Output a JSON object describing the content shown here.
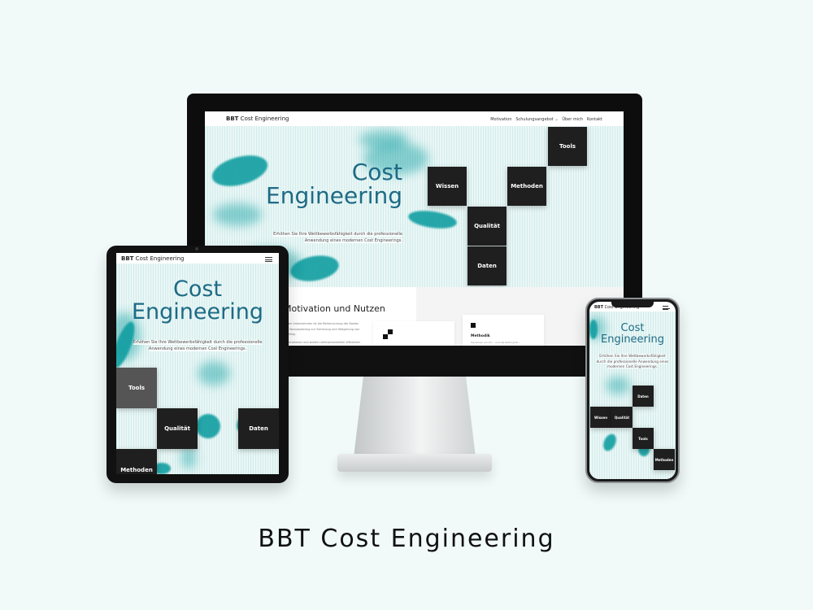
{
  "brand": {
    "bold": "BBT",
    "light": " Cost Engineering"
  },
  "nav": {
    "items": [
      "Motivation",
      "Schulungsangebot",
      "Über mich",
      "Kontakt"
    ],
    "dropdown_marker": "⌄"
  },
  "hero": {
    "title_line1": "Cost",
    "title_line2": "Engineering",
    "subtitle_line1": "Erhöhen Sie Ihre Wettbewerbsfähigkeit durch die professionelle",
    "subtitle_line2": "Anwendung eines modernen Cost Engineerings.",
    "phone_subtitle_line1": "Erhöhen Sie Ihre Wettbewerbsfähigkeit",
    "phone_subtitle_line2": "durch die professionelle Anwendung eines",
    "phone_subtitle_line3": "modernen Cost Engineerings."
  },
  "tiles": {
    "tools": "Tools",
    "wissen": "Wissen",
    "methoden": "Methoden",
    "qualitaet": "Qualität",
    "daten": "Daten"
  },
  "section": {
    "heading": "Motivation und Nutzen",
    "text_line1": "…gen Unternehmen ist die Beherrschung der Kosten",
    "text_line2": "…e Voraussetzung zur Sicherung und Steigerung von",
    "text_line3": "…erfolg.",
    "text_line4": "…ternehmen und wollen Lieferantenketten effizienter",
    "card_label": "Methodik",
    "card_text": "Sie lernen von Ihr... und die Reifung Ihr..."
  },
  "caption": "BBT Cost Engineering",
  "colors": {
    "accent": "#1e6a85",
    "teal": "#119ea1",
    "tile": "#1f1f1f",
    "background": "#f1faf9"
  }
}
